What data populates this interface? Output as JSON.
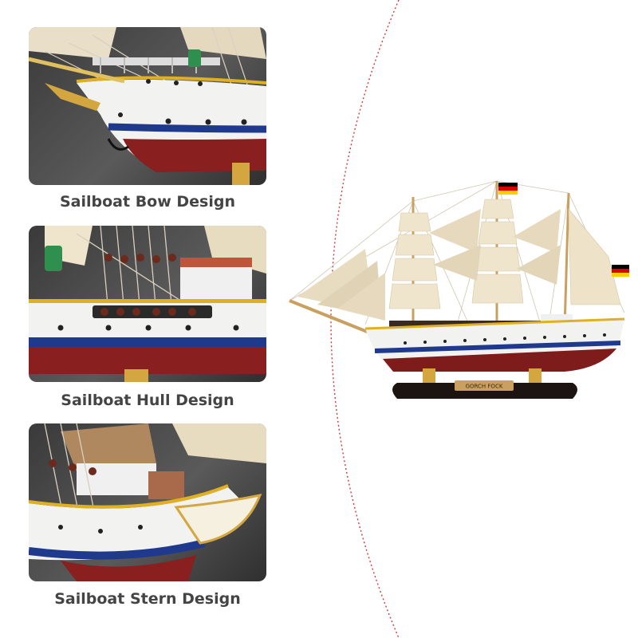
{
  "details": [
    {
      "caption": "Sailboat Bow Design"
    },
    {
      "caption": "Sailboat Hull Design"
    },
    {
      "caption": "Sailboat Stern Design"
    }
  ],
  "product": {
    "nameplate": "GORCH FOCK",
    "flag": "germany-flag-icon"
  },
  "colors": {
    "background": "#ffffff",
    "caption_text": "#444444",
    "divider": "#d23b3b",
    "panel_bg": "#4a4a4a",
    "hull_white": "#f2f2f0",
    "hull_blue": "#1f3a8c",
    "hull_red": "#8a1f1f",
    "sail": "#efe4cc",
    "gold": "#d4a640",
    "base": "#1c1410"
  }
}
